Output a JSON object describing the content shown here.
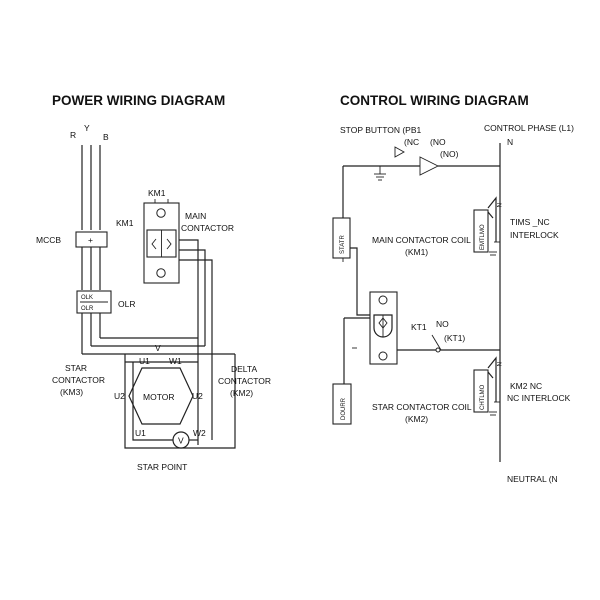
{
  "power": {
    "title": "POWER WIRING DIAGRAM",
    "phase_r": "R",
    "phase_y": "Y",
    "phase_b": "B",
    "mccb": "MCCB",
    "mccb_symbol": "+",
    "olr": "OLR",
    "olr_box_top": "OLK",
    "olr_box_bottom": "OLR",
    "km1_top": "KM1",
    "km1_side": "KM1",
    "main_contactor_1": "MAIN",
    "main_contactor_2": "CONTACTOR",
    "v_label": "V",
    "u1_top": "U1",
    "w1_top": "W1",
    "u2_left": "U2",
    "u2_right": "U2",
    "motor": "MOTOR",
    "u1_bottom": "U1",
    "w2_bottom": "W2",
    "voltmeter": "V",
    "star_contactor_1": "STAR",
    "star_contactor_2": "CONTACTOR",
    "star_contactor_3": "(KM3)",
    "delta_contactor_1": "DELTA",
    "delta_contactor_2": "CONTACTOR",
    "delta_contactor_3": "(KM2)",
    "star_point": "STAR POINT"
  },
  "control": {
    "title": "CONTROL WIRING DIAGRAM",
    "stop_button_1": "STOP BUTTON (PB1",
    "stop_button_2": "(NC",
    "no_1": "(NO",
    "no_2": "(NO)",
    "control_phase": "CONTROL PHASE (L1)",
    "n_top": "N",
    "statr": "STATR",
    "main_coil_1": "MAIN CONTACTOR COIL",
    "main_coil_2": "(KM1)",
    "tims_1": "TIMS _NC",
    "tims_2": "INTERLOCK",
    "elt_1": "EMTLMO",
    "n_mid_1": "N",
    "kt1": "KT1",
    "kt1_no": "NO",
    "kt1_paren": "(KT1)",
    "dourr": "DOURR",
    "star_coil_1": "STAR CONTACTOR COIL",
    "star_coil_2": "(KM2)",
    "km2_nc_1": "KM2 NC",
    "km2_nc_2": "NC INTERLOCK",
    "elt_2": "CHTLMO",
    "n_mid_2": "N",
    "neutral": "NEUTRAL (N"
  }
}
